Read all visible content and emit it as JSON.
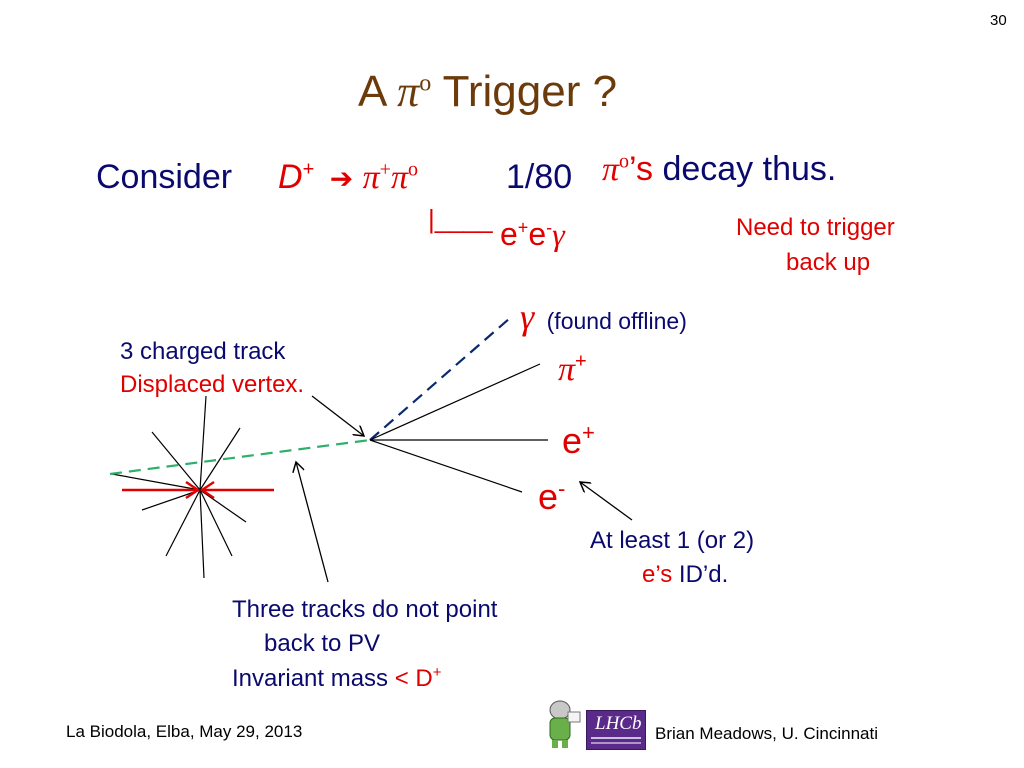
{
  "slide": {
    "page_number": "30",
    "title": {
      "prefix": "A ",
      "symbol": "π",
      "symbol_sup": "o",
      "suffix": " Trigger ?"
    },
    "consider": {
      "word": "Consider",
      "D": "D",
      "D_sup": "+",
      "arrow": "➔",
      "pi1": "π",
      "pi1_sup": "+",
      "pi2": "π",
      "pi2_sup": "o",
      "fraction": "1/80",
      "pi3": "π",
      "pi3_sup": "o",
      "apostrophe_s": "’s",
      "rest": " decay thus."
    },
    "decay_branch": {
      "bracket": "|____",
      "e1": "e",
      "e1_sup": "+",
      "e2": "e",
      "e2_sup": "-",
      "gamma": "γ"
    },
    "need_trigger": {
      "line1": "Need to trigger",
      "line2": "back up"
    },
    "labels": {
      "gamma": "γ",
      "found_offline": "(found offline)",
      "pi_plus": "π",
      "pi_plus_sup": "+",
      "e_plus": "e",
      "e_plus_sup": "+",
      "e_minus": "e",
      "e_minus_sup": "-"
    },
    "charged_track": {
      "line1": "3 charged track",
      "line2": "Displaced vertex."
    },
    "at_least": {
      "line1": "At least 1 (or 2)",
      "e_s": "e’s",
      "idd": " ID’d."
    },
    "three_tracks": {
      "line1": "Three tracks do not point",
      "line2": "back to PV",
      "line3_a": "Invariant mass ",
      "line3_b": "< D",
      "line3_sup": "+"
    },
    "footer": {
      "left": "La Biodola, Elba, May 29, 2013",
      "right": "Brian Meadows, U. Cincinnati",
      "logo_text": "LHCb"
    },
    "colors": {
      "title": "#6b3b0b",
      "text": "#0a0a6e",
      "highlight": "#e00000",
      "dashed_green": "#2db06a",
      "dashed_navy": "#0a2a6e",
      "logo_purple": "#5a2a8a",
      "mascot_green": "#6ab04a"
    }
  }
}
